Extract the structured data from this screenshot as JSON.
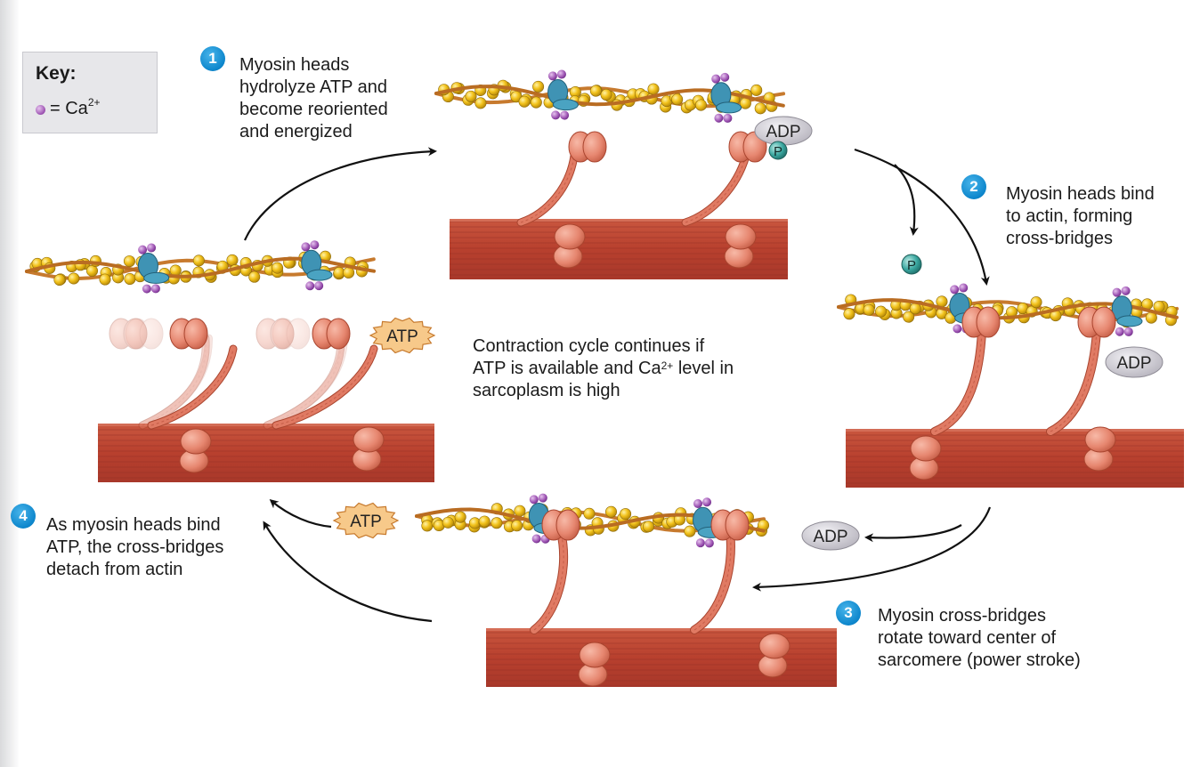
{
  "key": {
    "title": "Key:",
    "item_text": "= Ca",
    "item_superscript": "2+"
  },
  "steps": [
    {
      "number": "1",
      "lines": [
        "Myosin heads",
        "hydrolyze ATP and",
        "become reoriented",
        "and energized"
      ]
    },
    {
      "number": "2",
      "lines": [
        "Myosin heads bind",
        "to actin, forming",
        "cross-bridges"
      ]
    },
    {
      "number": "3",
      "lines": [
        "Myosin cross-bridges",
        "rotate toward center of",
        "sarcomere (power stroke)"
      ]
    },
    {
      "number": "4",
      "lines": [
        "As myosin heads bind",
        "ATP, the cross-bridges",
        "detach from actin"
      ]
    }
  ],
  "center_note": {
    "line1": "Contraction cycle continues if",
    "line2_before": "ATP is available and Ca",
    "line2_superscript": "2+",
    "line2_after": " level in",
    "line3": "sarcoplasm is high"
  },
  "molecule_labels": {
    "adp": "ADP",
    "phosphate": "P",
    "atp": "ATP"
  },
  "colors": {
    "step_badge": "#0d86cc",
    "myosin": "#c6523e",
    "myosin_light": "#e88a74",
    "actin_strand": "#c77a2e",
    "actin_bead": "#f2c21b",
    "tropomyosin": "#3f93b4",
    "calcium": "#9a4fb0",
    "adp_oval": "#c7c5cc",
    "atp_burst": "#f7c98a",
    "phosphate": "#3aa7a0"
  }
}
